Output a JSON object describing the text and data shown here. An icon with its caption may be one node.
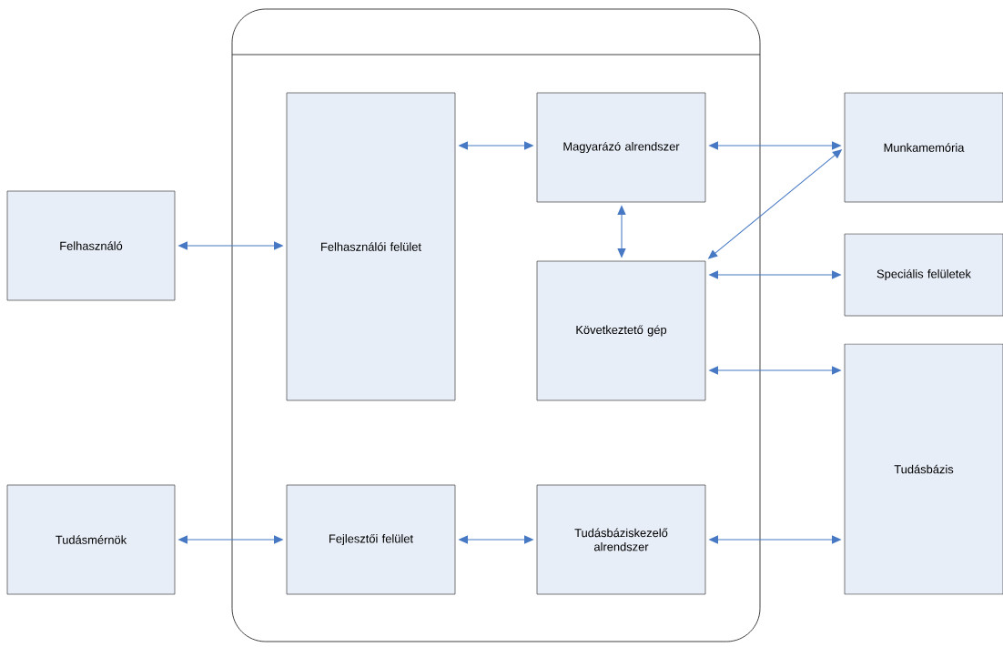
{
  "diagram": {
    "nodes": [
      {
        "text": [],
        "shape": "box"
      },
      {
        "text": [
          "Felhasználó"
        ]
      },
      {
        "text": [
          "Felhasználói felület"
        ],
        "in": 0
      },
      {
        "text": [
          "Magyarázó alrendszer"
        ],
        "in": 0
      },
      {
        "text": [
          "Munkamemória"
        ]
      },
      {
        "text": [
          "Következtető gép"
        ],
        "in": 0
      },
      {
        "text": [
          "Speciális felületek"
        ]
      },
      {
        "text": [
          "Tudásbázis"
        ]
      },
      {
        "text": [
          "Tudásmérnök"
        ]
      },
      {
        "text": [
          "Fejlesztői felület"
        ],
        "in": 0
      },
      {
        "text": [
          "Tudásbáziskezelő alrendszer"
        ],
        "in": 0
      }
    ],
    "edges": [
      {
        "from": 1,
        "to": 2,
        "arrow": "both"
      },
      {
        "from": 2,
        "to": 3,
        "arrow": "both"
      },
      {
        "from": 3,
        "to": 4,
        "arrow": "both"
      },
      {
        "from": 3,
        "to": 5,
        "arrow": "both"
      },
      {
        "from": 5,
        "to": 4,
        "arrow": "both"
      },
      {
        "from": 5,
        "to": 6,
        "arrow": "both"
      },
      {
        "from": 5,
        "to": 7,
        "arrow": "both"
      },
      {
        "from": 8,
        "to": 9,
        "arrow": "both"
      },
      {
        "from": 9,
        "to": 10,
        "arrow": "both"
      },
      {
        "from": 10,
        "to": 7,
        "arrow": "both"
      }
    ]
  }
}
